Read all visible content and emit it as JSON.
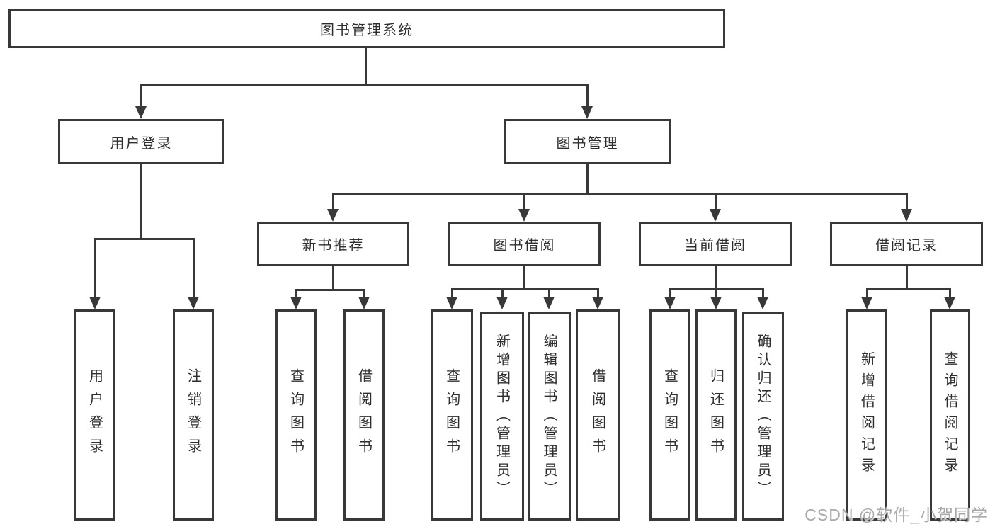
{
  "tree": {
    "root": "图书管理系统",
    "level2": {
      "user_login": "用户登录",
      "book_mgmt": "图书管理"
    },
    "level3": {
      "new_books": "新书推荐",
      "borrowing": "图书借阅",
      "current": "当前借阅",
      "records": "借阅记录"
    },
    "leaves": {
      "user": [
        "用户登录",
        "注销登录"
      ],
      "new_books": [
        "查询图书",
        "借阅图书"
      ],
      "borrowing": [
        "查询图书",
        "新增图书（管理员）",
        "编辑图书（管理员）",
        "借阅图书"
      ],
      "current": [
        "查询图书",
        "归还图书",
        "确认归还（管理员）"
      ],
      "records": [
        "新增借阅记录",
        "查询借阅记录"
      ]
    }
  },
  "watermark": "CSDN @软件_小贺同学",
  "colors": {
    "line": "#383838",
    "text": "#2e2e2e",
    "watermark": "#a8a8a8",
    "background": "#ffffff"
  }
}
